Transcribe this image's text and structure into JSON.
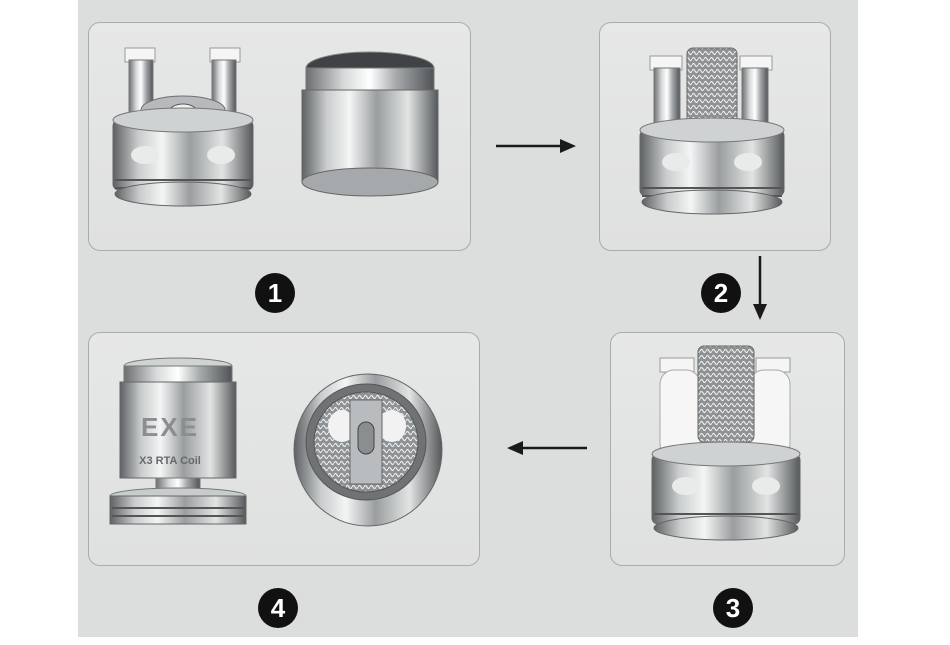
{
  "steps": [
    {
      "number": "1",
      "description_icon": "deck-and-chamber"
    },
    {
      "number": "2",
      "description_icon": "coil-installed"
    },
    {
      "number": "3",
      "description_icon": "cotton-wicked"
    },
    {
      "number": "4",
      "description_icon": "assembled-coil-head"
    }
  ],
  "coil_head": {
    "logo": "EXE",
    "label": "X3 RTA Coil"
  },
  "colors": {
    "background": "#dcdedd",
    "panel_border": "#a9abad",
    "badge": "#111111",
    "arrow": "#1a1a1a",
    "metal_light": "#f2f3f3",
    "metal_dark": "#6e7275"
  }
}
